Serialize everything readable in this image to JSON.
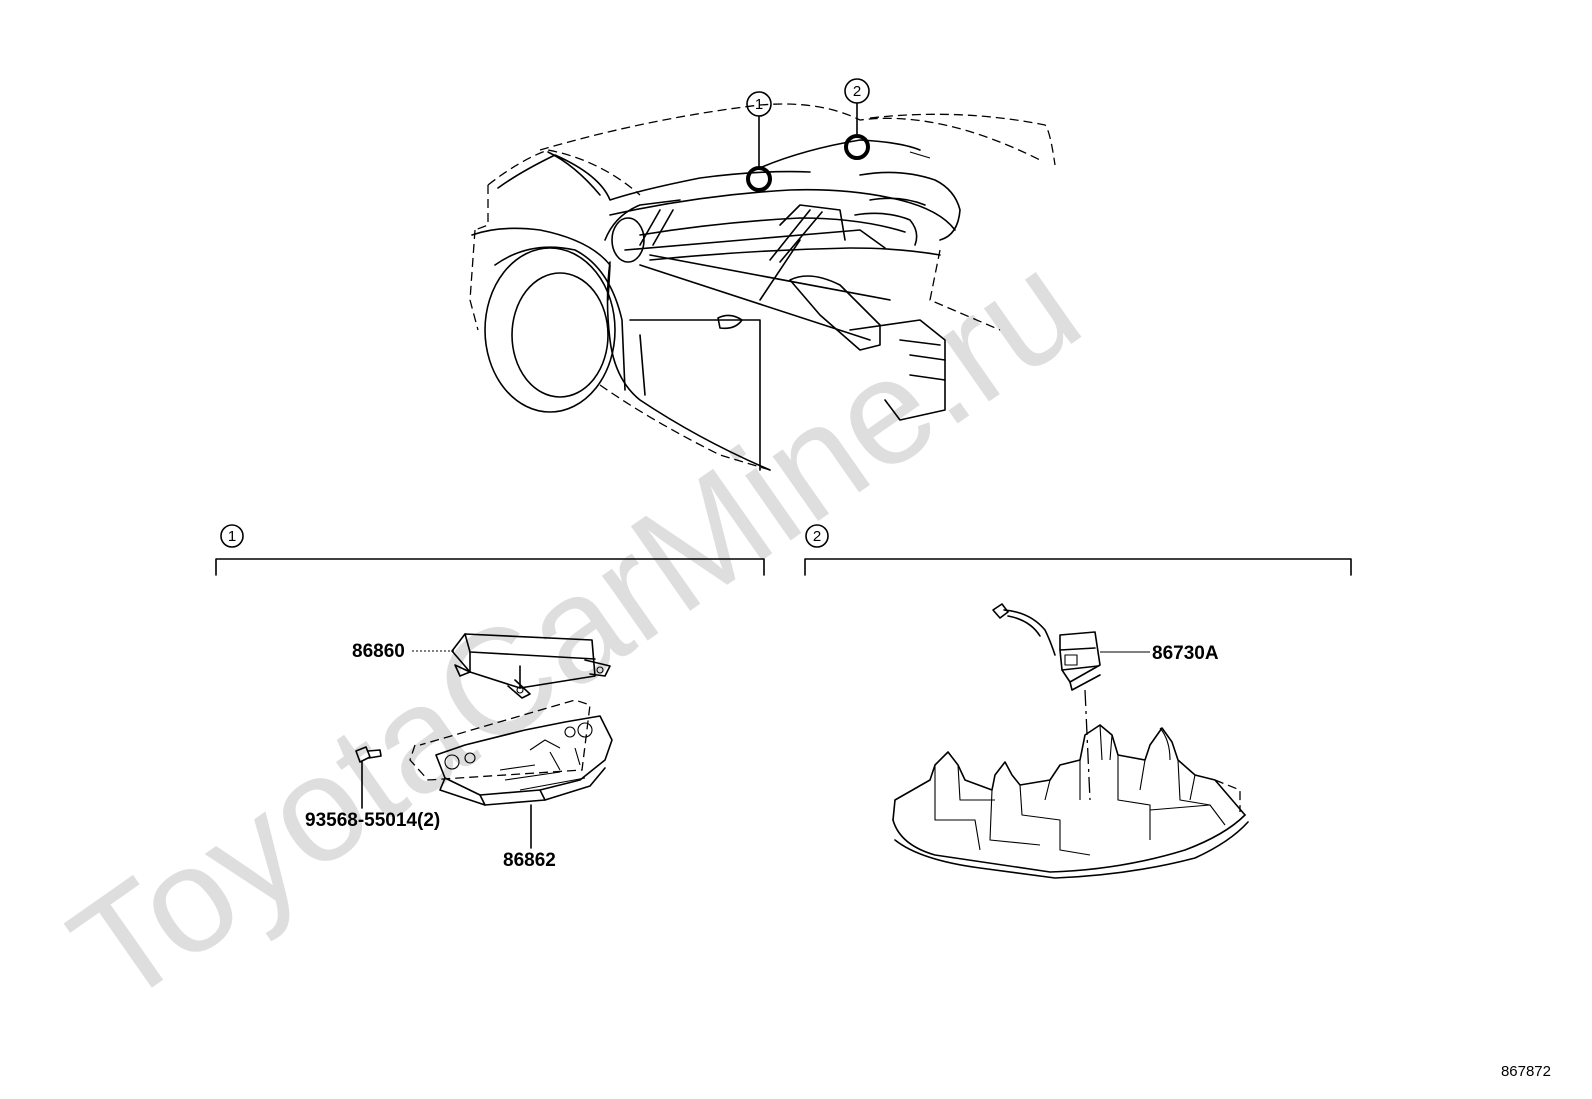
{
  "watermark": "ToyotaCarMine.ru",
  "diagram_id": "867872",
  "callouts": {
    "one": "1",
    "two": "2"
  },
  "sections": {
    "one": {
      "marker": "1"
    },
    "two": {
      "marker": "2"
    }
  },
  "parts": {
    "p86860": "86860",
    "p86862": "86862",
    "p93568": "93568-55014(2)",
    "p86730A": "86730A"
  }
}
